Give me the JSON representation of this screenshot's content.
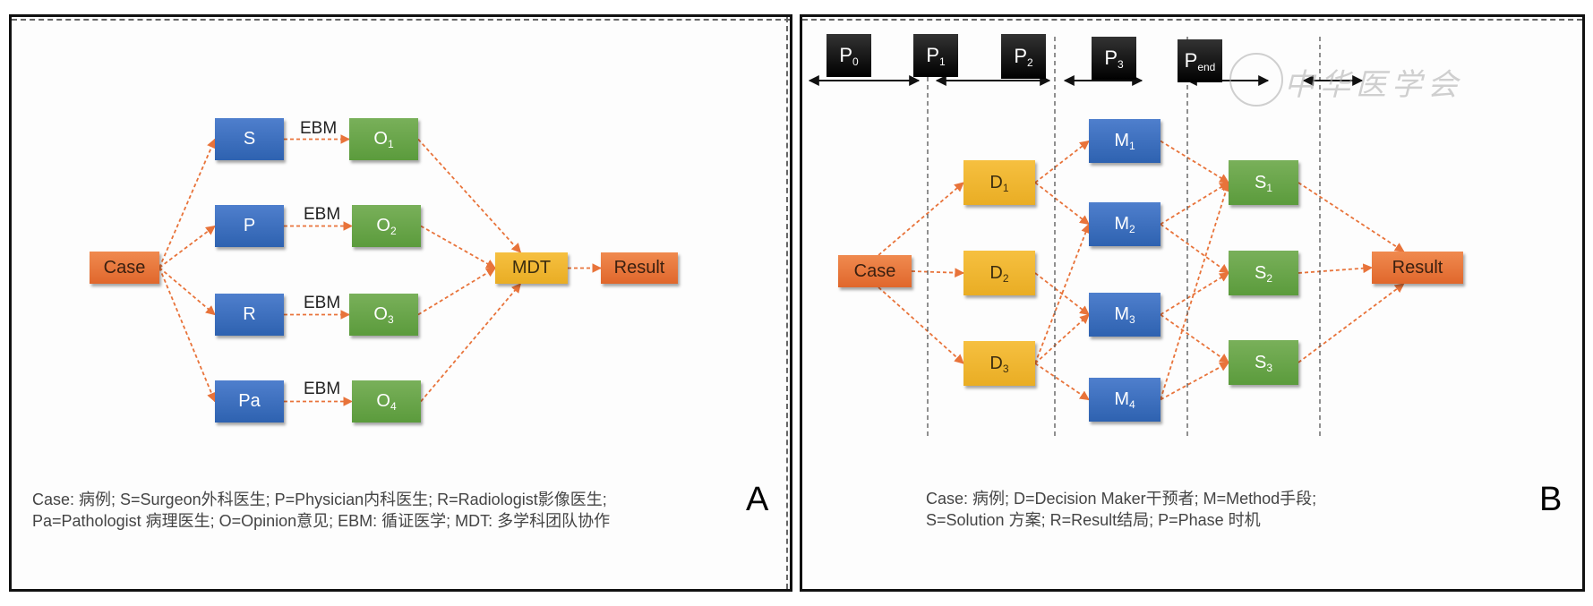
{
  "colors": {
    "specialist_blue": "#3a6cbf",
    "opinion_green": "#6aa64b",
    "case_result_orange": "#e8733a",
    "mdt_decision_yellow": "#f0b530",
    "phase_black": "#000000",
    "arrow_orange": "#e8733a"
  },
  "panelA": {
    "label": "A",
    "nodes": {
      "case": {
        "text": "Case",
        "sub": ""
      },
      "S": {
        "text": "S",
        "sub": ""
      },
      "P": {
        "text": "P",
        "sub": ""
      },
      "R": {
        "text": "R",
        "sub": ""
      },
      "Pa": {
        "text": "Pa",
        "sub": ""
      },
      "O1": {
        "text": "O",
        "sub": "1"
      },
      "O2": {
        "text": "O",
        "sub": "2"
      },
      "O3": {
        "text": "O",
        "sub": "3"
      },
      "O4": {
        "text": "O",
        "sub": "4"
      },
      "MDT": {
        "text": "MDT",
        "sub": ""
      },
      "result": {
        "text": "Result",
        "sub": ""
      }
    },
    "ebm_labels": [
      "EBM",
      "EBM",
      "EBM",
      "EBM"
    ],
    "edges": [
      [
        "case",
        "S"
      ],
      [
        "case",
        "P"
      ],
      [
        "case",
        "R"
      ],
      [
        "case",
        "Pa"
      ],
      [
        "S",
        "O1"
      ],
      [
        "P",
        "O2"
      ],
      [
        "R",
        "O3"
      ],
      [
        "Pa",
        "O4"
      ],
      [
        "O1",
        "MDT"
      ],
      [
        "O2",
        "MDT"
      ],
      [
        "O3",
        "MDT"
      ],
      [
        "O4",
        "MDT"
      ],
      [
        "MDT",
        "result"
      ]
    ],
    "caption_lines": [
      "Case: 病例; S=Surgeon外科医生; P=Physician内科医生; R=Radiologist影像医生;",
      "Pa=Pathologist 病理医生; O=Opinion意见; EBM: 循证医学; MDT: 多学科团队协作"
    ]
  },
  "panelB": {
    "label": "B",
    "phases": [
      {
        "text": "P",
        "sub": "0"
      },
      {
        "text": "P",
        "sub": "1"
      },
      {
        "text": "P",
        "sub": "2"
      },
      {
        "text": "P",
        "sub": "3"
      },
      {
        "text": "P",
        "sub": "end"
      }
    ],
    "nodes": {
      "case": {
        "text": "Case",
        "sub": ""
      },
      "D1": {
        "text": "D",
        "sub": "1"
      },
      "D2": {
        "text": "D",
        "sub": "2"
      },
      "D3": {
        "text": "D",
        "sub": "3"
      },
      "M1": {
        "text": "M",
        "sub": "1"
      },
      "M2": {
        "text": "M",
        "sub": "2"
      },
      "M3": {
        "text": "M",
        "sub": "3"
      },
      "M4": {
        "text": "M",
        "sub": "4"
      },
      "S1": {
        "text": "S",
        "sub": "1"
      },
      "S2": {
        "text": "S",
        "sub": "2"
      },
      "S3": {
        "text": "S",
        "sub": "3"
      },
      "result": {
        "text": "Result",
        "sub": ""
      }
    },
    "edges": [
      [
        "case",
        "D1"
      ],
      [
        "case",
        "D2"
      ],
      [
        "case",
        "D3"
      ],
      [
        "D1",
        "M1"
      ],
      [
        "D1",
        "M2"
      ],
      [
        "D2",
        "M3"
      ],
      [
        "D3",
        "M2"
      ],
      [
        "D3",
        "M3"
      ],
      [
        "D3",
        "M4"
      ],
      [
        "M1",
        "S1"
      ],
      [
        "M2",
        "S1"
      ],
      [
        "M2",
        "S2"
      ],
      [
        "M3",
        "S2"
      ],
      [
        "M3",
        "S3"
      ],
      [
        "M4",
        "S1"
      ],
      [
        "M4",
        "S3"
      ],
      [
        "S1",
        "result"
      ],
      [
        "S2",
        "result"
      ],
      [
        "S3",
        "result"
      ]
    ],
    "watermark_text": "中华医学会",
    "caption_lines": [
      "Case: 病例; D=Decision Maker干预者; M=Method手段;",
      "S=Solution 方案; R=Result结局; P=Phase 时机"
    ]
  }
}
